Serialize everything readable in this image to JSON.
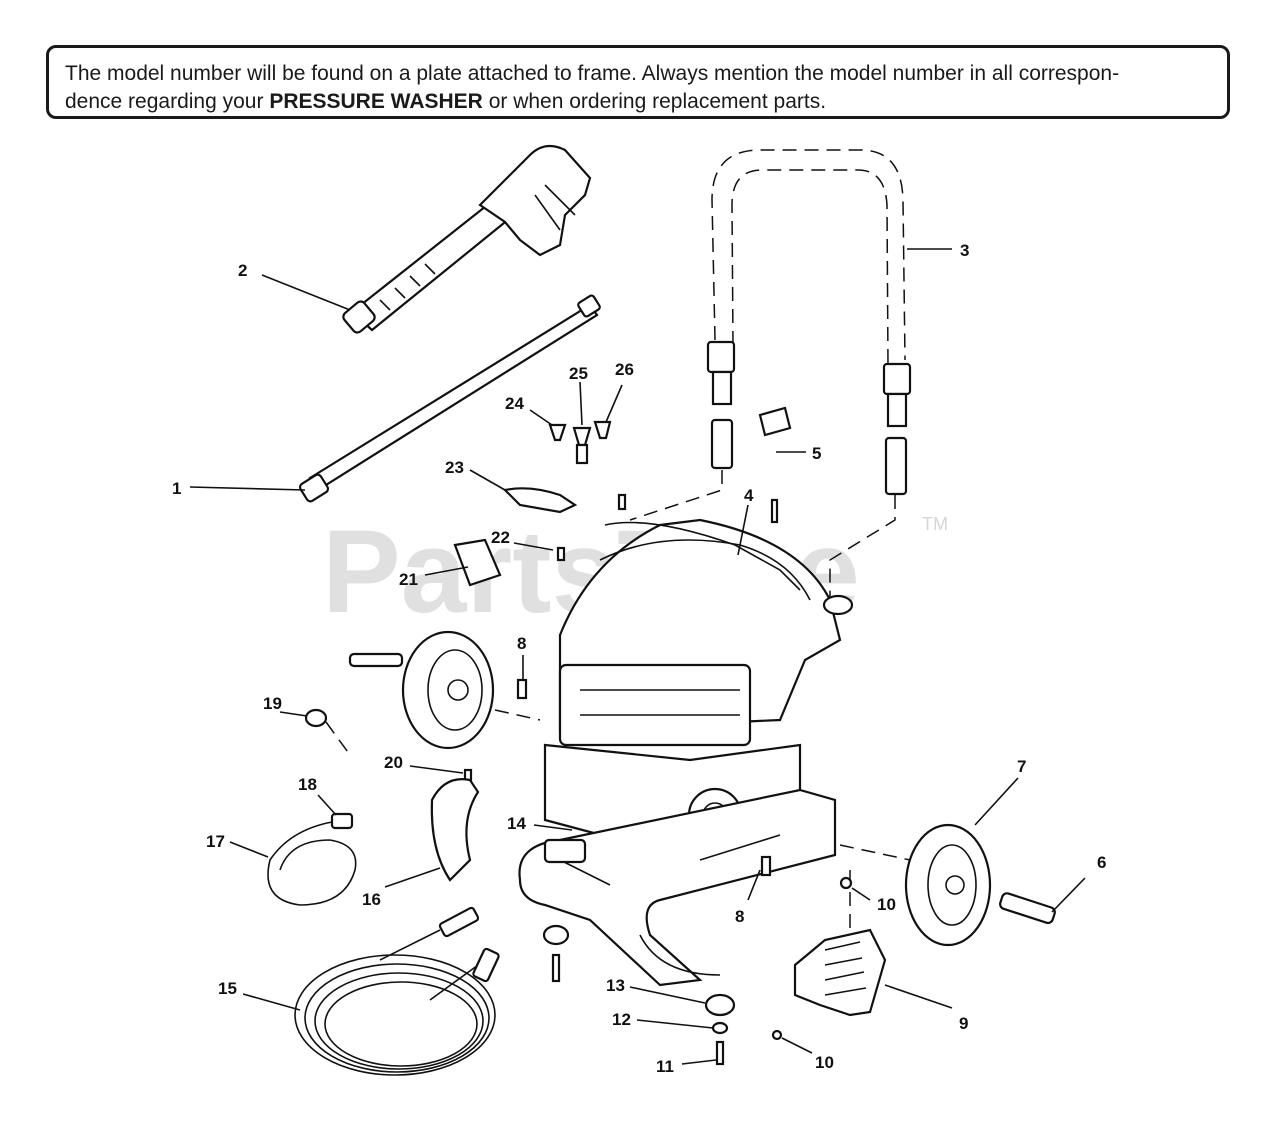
{
  "notice": {
    "part1": "The model number will be found on a plate attached to frame. Always mention the model number in all correspon-",
    "part2": "dence regarding your ",
    "bold": "PRESSURE WASHER",
    "part3": " or when ordering replacement parts."
  },
  "watermark": {
    "text": "PartsTree",
    "tm": "TM"
  },
  "callouts": {
    "c1": "1",
    "c2": "2",
    "c3": "3",
    "c4": "4",
    "c5": "5",
    "c6": "6",
    "c7": "7",
    "c8a": "8",
    "c8b": "8",
    "c9": "9",
    "c10a": "10",
    "c10b": "10",
    "c11": "11",
    "c12": "12",
    "c13": "13",
    "c14": "14",
    "c15": "15",
    "c16": "16",
    "c17": "17",
    "c18": "18",
    "c19": "19",
    "c20": "20",
    "c21": "21",
    "c22": "22",
    "c23": "23",
    "c24": "24",
    "c25": "25",
    "c26": "26"
  }
}
